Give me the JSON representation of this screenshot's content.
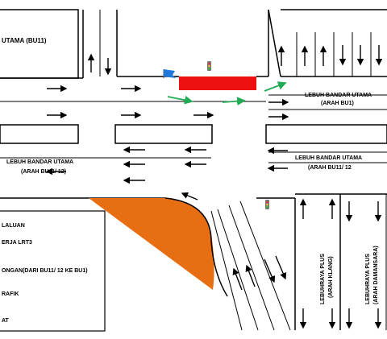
{
  "labels": {
    "utama_bu11": "UTAMA (BU11)",
    "lbu_bu1_line1": "LEBUH BANDAR UTAMA",
    "lbu_bu1_line2": "(ARAH BU1)",
    "lbu_bu11_left": "LEBUH BANDAR UTAMA",
    "lbu_bu11_left_2": "(ARAH BU11/ 12)",
    "lbu_bu11_right": "LEBUH BANDAR UTAMA",
    "lbu_bu11_right_2": "(ARAH BU11/ 12",
    "plus_klang_1": "LEBUHRAYA PLUS",
    "plus_klang_2": "(ARAH KLANG)",
    "plus_damansara_1": "LEBUHRAYA PLUS",
    "plus_damansara_2": "(ARAH DAMANSARA)"
  },
  "legend": {
    "items": [
      "LALUAN",
      "ERJA LRT3",
      "ONGAN(DARI BU11/ 12 KE BU1)",
      "RAFIK",
      "AT"
    ]
  },
  "colors": {
    "closure_block": "#ee1111",
    "diversion_area": "#e86e14",
    "diversion_arrow": "#22aa55",
    "flag": "#2277dd",
    "road_line": "#000000"
  },
  "icons": {
    "flag": "flag-icon",
    "traffic_light": "traffic-light-icon"
  }
}
